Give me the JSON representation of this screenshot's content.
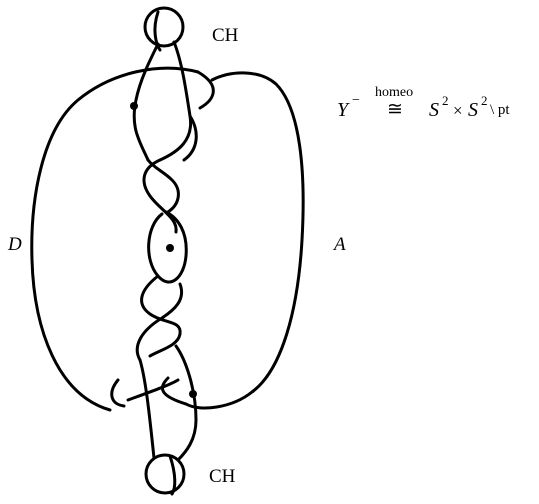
{
  "labels": {
    "ch_top": "CH",
    "ch_bottom": "CH",
    "d": "D",
    "a": "A"
  },
  "formula": {
    "y": "Y",
    "minus": "−",
    "over": "homeo",
    "relation": "≅",
    "s1": "S",
    "exp1": "2",
    "times": "×",
    "s2": "S",
    "exp2": "2",
    "tail": "\\ pt"
  }
}
